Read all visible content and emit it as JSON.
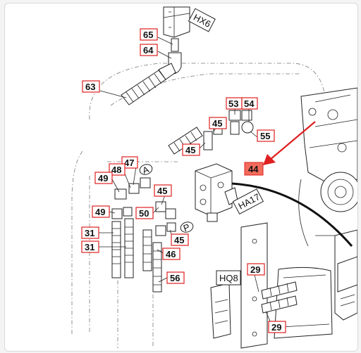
{
  "diagram": {
    "labels": [
      {
        "id": "lbl-65",
        "text": "65"
      },
      {
        "id": "lbl-64",
        "text": "64"
      },
      {
        "id": "lbl-63",
        "text": "63"
      },
      {
        "id": "lbl-53",
        "text": "53"
      },
      {
        "id": "lbl-54",
        "text": "54"
      },
      {
        "id": "lbl-45a",
        "text": "45"
      },
      {
        "id": "lbl-55",
        "text": "55"
      },
      {
        "id": "lbl-45b",
        "text": "45"
      },
      {
        "id": "lbl-47",
        "text": "47"
      },
      {
        "id": "lbl-48",
        "text": "48"
      },
      {
        "id": "lbl-49a",
        "text": "49"
      },
      {
        "id": "lbl-44",
        "text": "44"
      },
      {
        "id": "lbl-45c",
        "text": "45"
      },
      {
        "id": "lbl-49b",
        "text": "49"
      },
      {
        "id": "lbl-50",
        "text": "50"
      },
      {
        "id": "lbl-31a",
        "text": "31"
      },
      {
        "id": "lbl-31b",
        "text": "31"
      },
      {
        "id": "lbl-45d",
        "text": "45"
      },
      {
        "id": "lbl-46",
        "text": "46"
      },
      {
        "id": "lbl-56",
        "text": "56"
      },
      {
        "id": "lbl-29a",
        "text": "29"
      },
      {
        "id": "lbl-29b",
        "text": "29"
      }
    ],
    "component_codes": {
      "hx6": "HX6",
      "ha17": "HA17",
      "hq8": "HQ8"
    },
    "port_marks": {
      "a": "A",
      "p": "P"
    },
    "highlight": {
      "label": "44",
      "color": "#f26b5b",
      "arrow_color": "#e02020"
    }
  }
}
